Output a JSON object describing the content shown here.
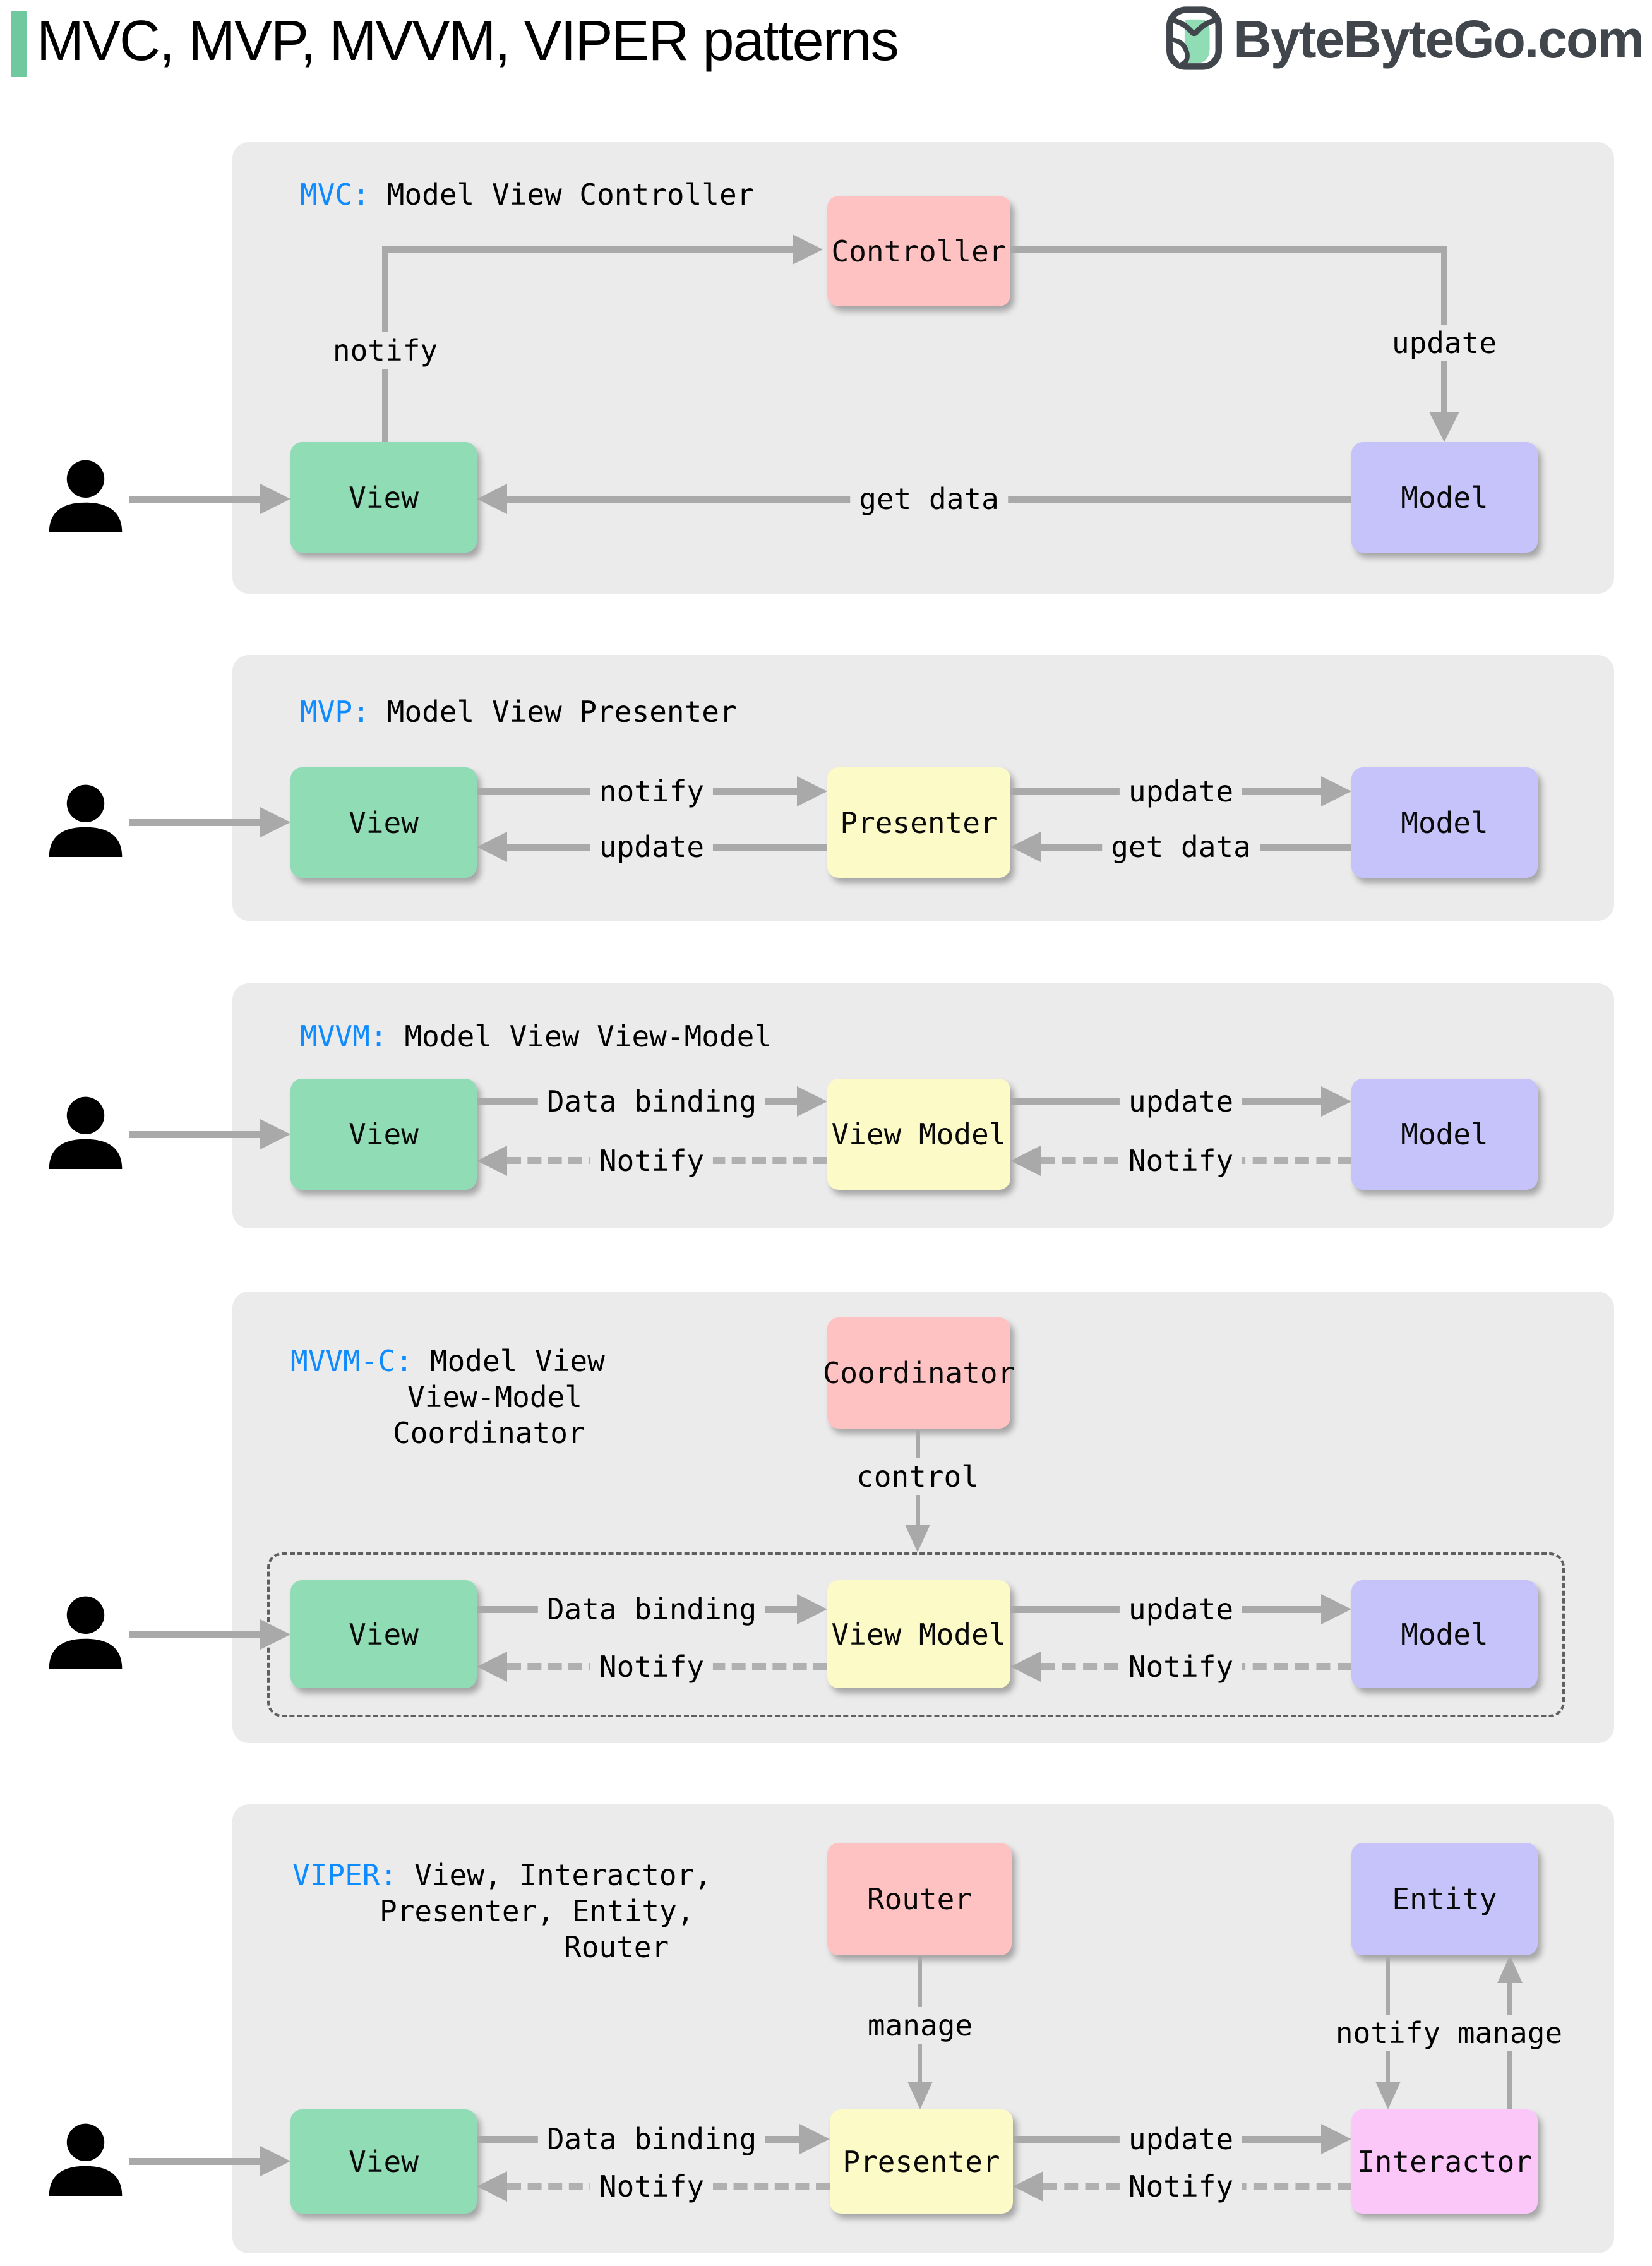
{
  "header": {
    "title": "MVC, MVP, MVVM, VIPER patterns",
    "brand": "ByteByteGo.com"
  },
  "colors": {
    "accent_green": "#70c89e",
    "panel_bg": "#ebebeb",
    "box_green": "#8fdcb5",
    "box_pink": "#ffc2c2",
    "box_yellow": "#fcfac6",
    "box_purple": "#c6c2fa",
    "box_magenta": "#fbc7f8",
    "arrow_gray": "#a9a9a9",
    "abbr_blue": "#0e8bff",
    "brand_gray": "#40464b"
  },
  "icons": {
    "logo": "bytebytego-owl-icon",
    "user": "person-icon"
  },
  "panels": [
    {
      "key": "mvc",
      "abbr": "MVC:",
      "title": "Model View Controller",
      "boxes": {
        "view": "View",
        "controller": "Controller",
        "model": "Model"
      },
      "labels": {
        "notify": "notify",
        "update": "update",
        "get_data": "get data"
      }
    },
    {
      "key": "mvp",
      "abbr": "MVP:",
      "title": "Model View Presenter",
      "boxes": {
        "view": "View",
        "presenter": "Presenter",
        "model": "Model"
      },
      "labels": {
        "notify": "notify",
        "update_to_view": "update",
        "update_to_model": "update",
        "get_data": "get data"
      }
    },
    {
      "key": "mvvm",
      "abbr": "MVVM:",
      "title": "Model View View-Model",
      "boxes": {
        "view": "View",
        "view_model": "View Model",
        "model": "Model"
      },
      "labels": {
        "data_binding": "Data binding",
        "notify_view": "Notify",
        "update": "update",
        "notify_vm": "Notify"
      }
    },
    {
      "key": "mvvm_c",
      "abbr": "MVVM-C:",
      "title_lines": [
        "Model View",
        "View-Model",
        "Coordinator"
      ],
      "boxes": {
        "coordinator": "Coordinator",
        "view": "View",
        "view_model": "View Model",
        "model": "Model"
      },
      "labels": {
        "control": "control",
        "data_binding": "Data binding",
        "notify_view": "Notify",
        "update": "update",
        "notify_vm": "Notify"
      }
    },
    {
      "key": "viper",
      "abbr": "VIPER:",
      "title_lines": [
        "View, Interactor,",
        "Presenter, Entity,",
        "Router"
      ],
      "boxes": {
        "router": "Router",
        "entity": "Entity",
        "view": "View",
        "presenter": "Presenter",
        "interactor": "Interactor"
      },
      "labels": {
        "manage_router": "manage",
        "notify_entity": "notify",
        "manage_entity": "manage",
        "data_binding": "Data binding",
        "notify_view": "Notify",
        "update": "update",
        "notify_presenter": "Notify"
      }
    }
  ]
}
